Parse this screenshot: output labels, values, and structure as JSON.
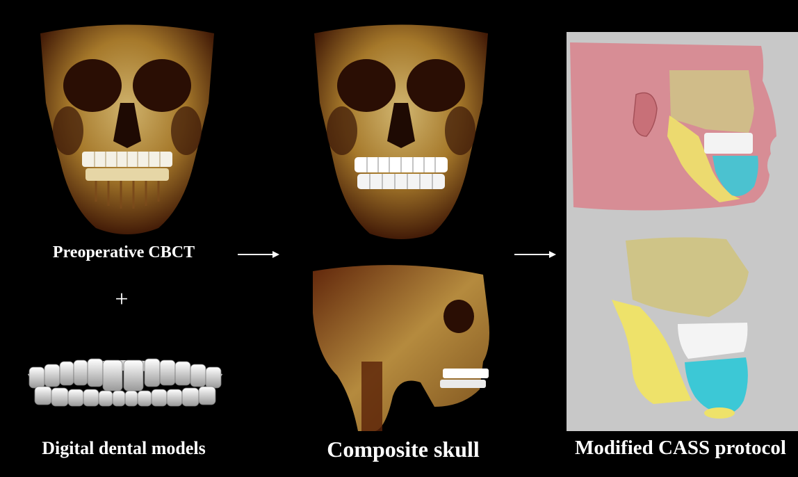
{
  "labels": {
    "preoperative_cbct": "Preoperative CBCT",
    "plus_sign": "+",
    "digital_dental_models": "Digital dental models",
    "composite_skull": "Composite skull",
    "modified_cass_protocol": "Modified CASS protocol"
  },
  "colors": {
    "background": "#000000",
    "text": "#ffffff",
    "bone": "#c9a24a",
    "bone_dark": "#6b3412",
    "teeth": "#f2f2f2",
    "soft_tissue": "#d88a92",
    "maxilla_segment": "#cfc487",
    "proximal_segment": "#eee26a",
    "distal_segment": "#3cc8d6",
    "cass_background": "#c8c8c8"
  }
}
